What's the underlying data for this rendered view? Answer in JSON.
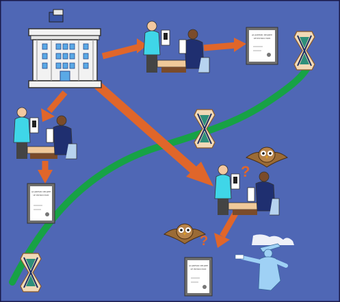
{
  "colors": {
    "background": "#4f67b5",
    "border": "#1a1a4a",
    "arrow": "#e0662a",
    "path": "#17a245",
    "building": "#f2f2f2",
    "window": "#5aa9e6",
    "cert_frame": "#6f6f6f",
    "hourglass": "#f1d9b6",
    "owl": "#9b6b36",
    "question": "#e0662a",
    "graduate": "#9fd1f5"
  },
  "certificates": {
    "top": {
      "heading": "ACADEMIC DEGREE",
      "subheading": "OF INSTRUCTION"
    },
    "left": {
      "heading": "ACADEMIC DEGREE",
      "subheading": "OF INSTRUCTION"
    },
    "bottom": {
      "heading": "ACADEMIC DEGREE",
      "subheading": "OF INSTRUCTION"
    }
  },
  "symbols": {
    "question": "?"
  },
  "icons": [
    "university-building-icon",
    "interview-icon",
    "certificate-icon",
    "hourglass-icon",
    "owl-icon",
    "graduate-icon"
  ]
}
